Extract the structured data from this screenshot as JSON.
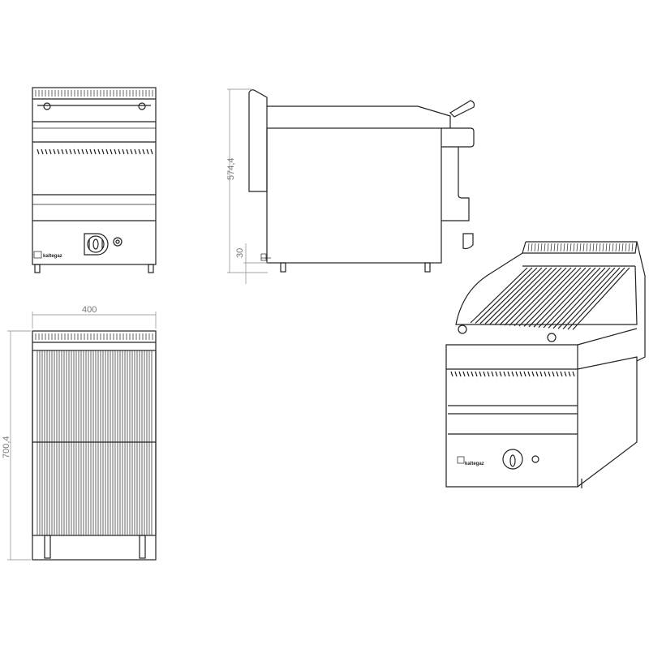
{
  "drawing": {
    "brand_logo": "kaltegaz",
    "dimensions": {
      "height": "574,4",
      "leg_height": "30",
      "width": "400",
      "depth": "700,4"
    }
  }
}
